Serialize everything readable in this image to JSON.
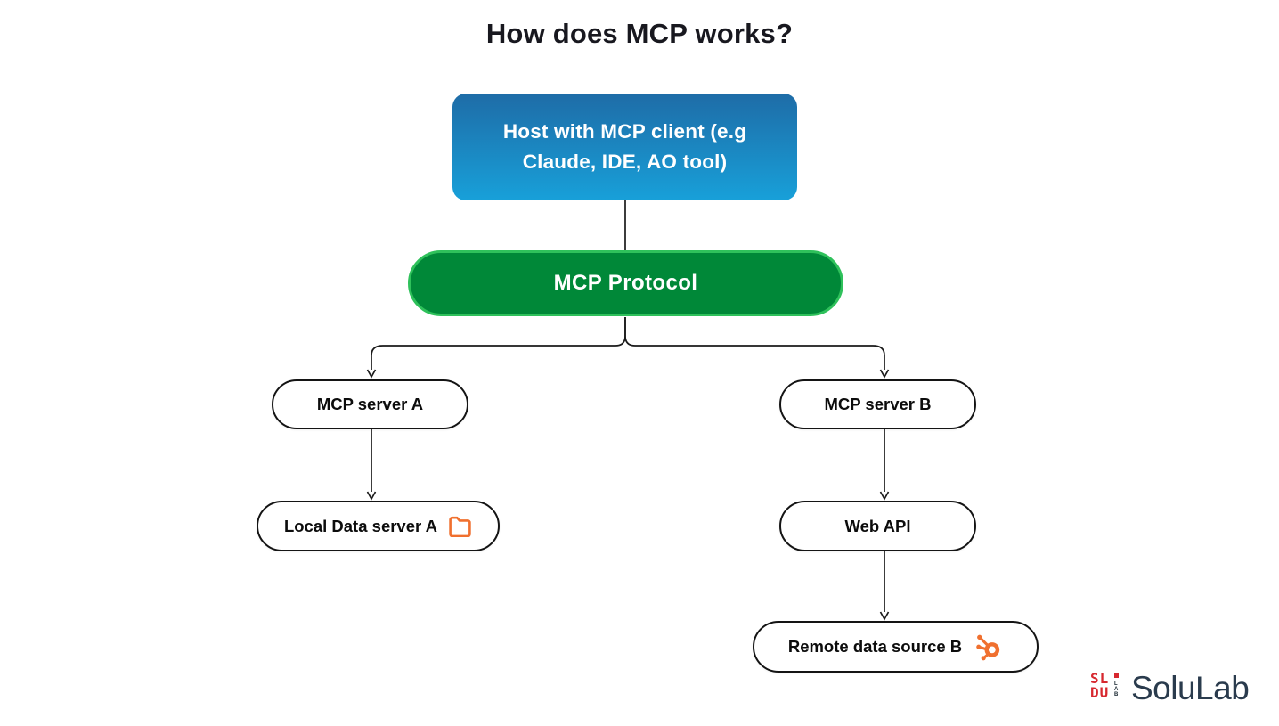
{
  "title": "How does MCP works?",
  "nodes": {
    "host": {
      "line1": "Host with MCP client (e.g",
      "line2": "Claude, IDE, AO tool)"
    },
    "protocol": {
      "label": "MCP Protocol"
    },
    "server_a": {
      "label": "MCP server A"
    },
    "server_b": {
      "label": "MCP server B"
    },
    "local_data": {
      "label": "Local Data server A",
      "icon": "folder-icon"
    },
    "web_api": {
      "label": "Web API"
    },
    "remote_source": {
      "label": "Remote data source B",
      "icon": "hubspot-icon"
    }
  },
  "logo": {
    "wordmark": "SoluLab",
    "mark_line1": "SL",
    "mark_line2": "DU",
    "mark_side": "LAB"
  },
  "colors": {
    "host_gradient_top": "#1e6ca7",
    "host_gradient_bottom": "#18a0d9",
    "protocol_fill": "#008838",
    "protocol_border": "#2fc15b",
    "node_border": "#141414",
    "connector": "#1a1a1a",
    "accent_orange": "#f0702f",
    "logo_red": "#d7282f",
    "logo_navy": "#2a3b4d",
    "title_color": "#18181f"
  }
}
